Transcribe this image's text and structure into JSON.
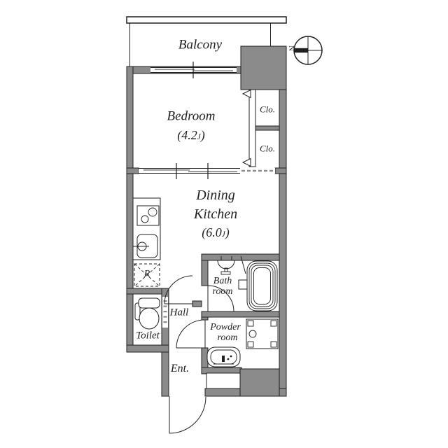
{
  "colors": {
    "wall": "#8b8b8b",
    "line": "#1f1f1f",
    "background": "#ffffff"
  },
  "compass": {
    "label": "N"
  },
  "rooms": {
    "balcony": {
      "label": "Balcony"
    },
    "bedroom": {
      "label": "Bedroom",
      "size_open": "(4.2",
      "size_unit": "J",
      "size_close": ")"
    },
    "dining_kitchen": {
      "line1": "Dining",
      "line2": "Kitchen",
      "size_open": "(6.0",
      "size_unit": "J",
      "size_close": ")"
    },
    "closet_upper": {
      "label": "Clo."
    },
    "closet_lower": {
      "label": "Clo."
    },
    "bathroom": {
      "line1": "Bath",
      "line2": "room"
    },
    "powder_room": {
      "line1": "Powder",
      "line2": "room"
    },
    "hall": {
      "label": "Hall"
    },
    "toilet": {
      "label": "Toilet"
    },
    "entrance": {
      "label": "Ent."
    },
    "refrigerator_space": {
      "label": "R"
    }
  }
}
